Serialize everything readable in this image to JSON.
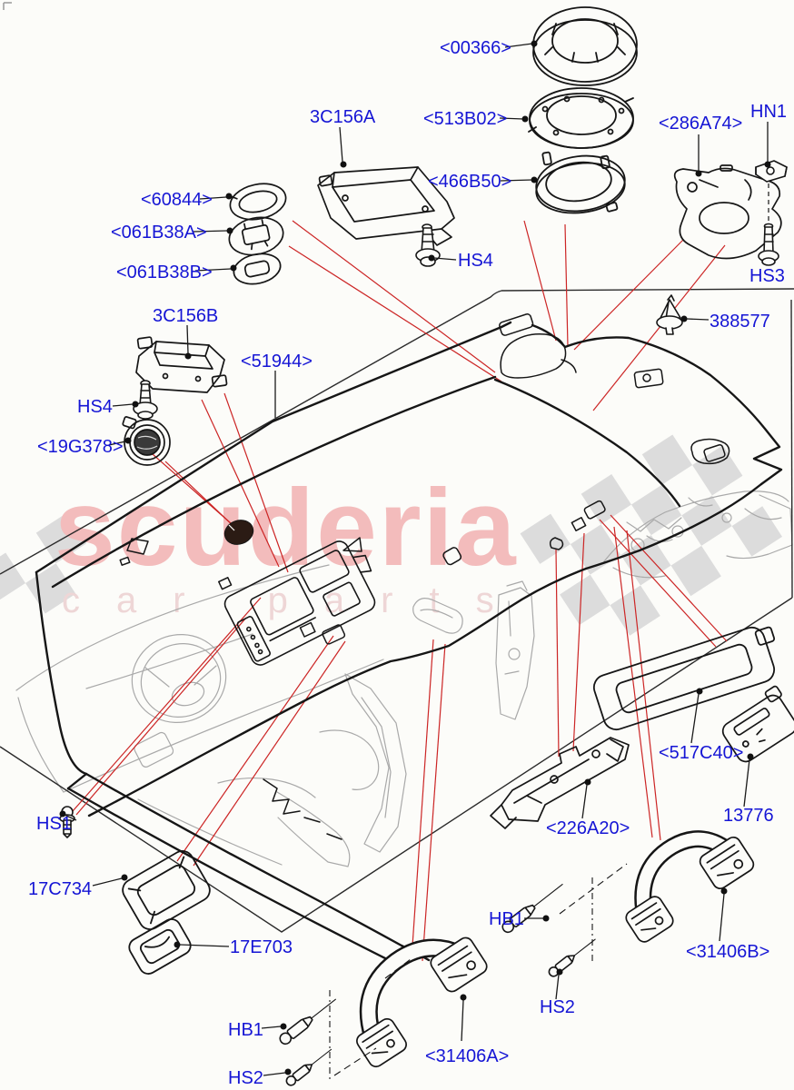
{
  "page": {
    "background": "#fcfcf9"
  },
  "watermark": {
    "brand": "scuderia",
    "tagline": "car parts",
    "brand_color": "#f3bcbc",
    "tagline_color": "#eed6d6",
    "checker_color": "#dcdcdc"
  },
  "colors": {
    "callout_blue": "#1515d5",
    "leader_black": "#1a1a1a",
    "locator_red": "#cc2525",
    "line_art": "#161616",
    "sketch_gray": "#a9a9a9"
  },
  "callouts": [
    {
      "id": "00366",
      "text": "<00366>"
    },
    {
      "id": "513B02",
      "text": "<513B02>"
    },
    {
      "id": "466B50",
      "text": "<466B50>"
    },
    {
      "id": "286A74",
      "text": "<286A74>"
    },
    {
      "id": "HN1",
      "text": "HN1"
    },
    {
      "id": "HS3",
      "text": "HS3"
    },
    {
      "id": "3C156A",
      "text": "3C156A"
    },
    {
      "id": "HS4-top",
      "text": "HS4"
    },
    {
      "id": "60844",
      "text": "<60844>"
    },
    {
      "id": "061B38A",
      "text": "<061B38A>"
    },
    {
      "id": "061B38B",
      "text": "<061B38B>"
    },
    {
      "id": "3C156B",
      "text": "3C156B"
    },
    {
      "id": "51944",
      "text": "<51944>"
    },
    {
      "id": "HS4-left",
      "text": "HS4"
    },
    {
      "id": "19G378",
      "text": "<19G378>"
    },
    {
      "id": "388577",
      "text": "388577"
    },
    {
      "id": "HS1",
      "text": "HS1"
    },
    {
      "id": "17C734",
      "text": "17C734"
    },
    {
      "id": "17E703",
      "text": "17E703"
    },
    {
      "id": "226A20",
      "text": "<226A20>"
    },
    {
      "id": "517C40",
      "text": "<517C40>"
    },
    {
      "id": "13776",
      "text": "13776"
    },
    {
      "id": "31406B",
      "text": "<31406B>"
    },
    {
      "id": "HB1-right",
      "text": "HB1"
    },
    {
      "id": "HS2-right",
      "text": "HS2"
    },
    {
      "id": "31406A",
      "text": "<31406A>"
    },
    {
      "id": "HB1-left",
      "text": "HB1"
    },
    {
      "id": "HS2-left",
      "text": "HS2"
    }
  ]
}
